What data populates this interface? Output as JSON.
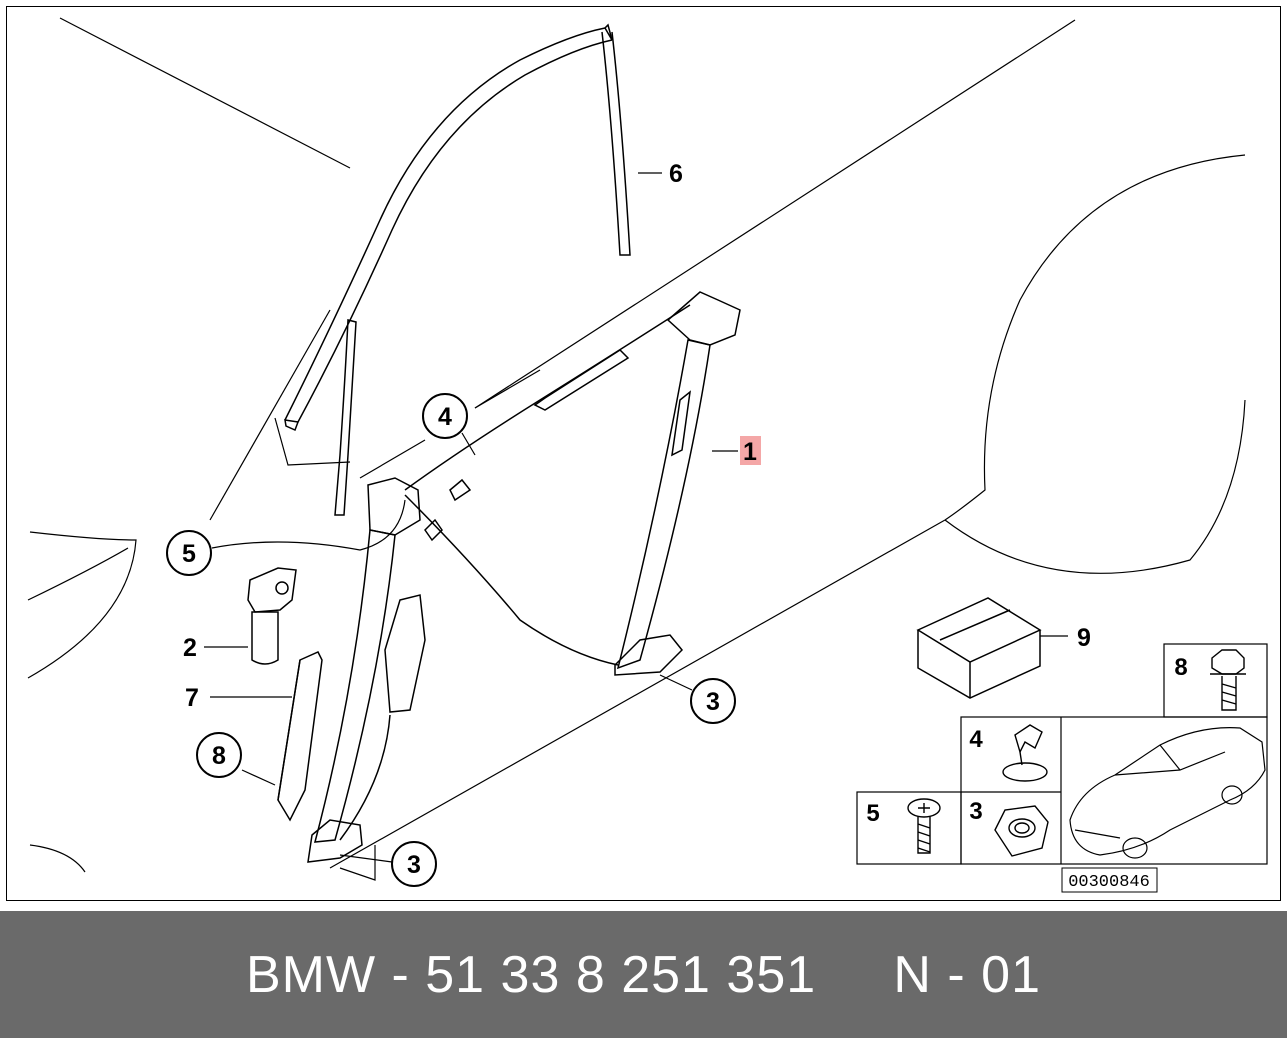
{
  "callouts": {
    "c1": "1",
    "c2": "2",
    "c3a": "3",
    "c3b": "3",
    "c4": "4",
    "c5": "5",
    "c6": "6",
    "c7": "7",
    "c8": "8",
    "c9": "9"
  },
  "inset_labels": {
    "i8": "8",
    "i4": "4",
    "i5": "5",
    "i3": "3"
  },
  "reference_number": "00300846",
  "footer": {
    "text": "BMW - 51 33 8 251 351     N - 01"
  },
  "colors": {
    "highlight": "#f4a7a7",
    "footer_bg": "#6a6a6a"
  }
}
